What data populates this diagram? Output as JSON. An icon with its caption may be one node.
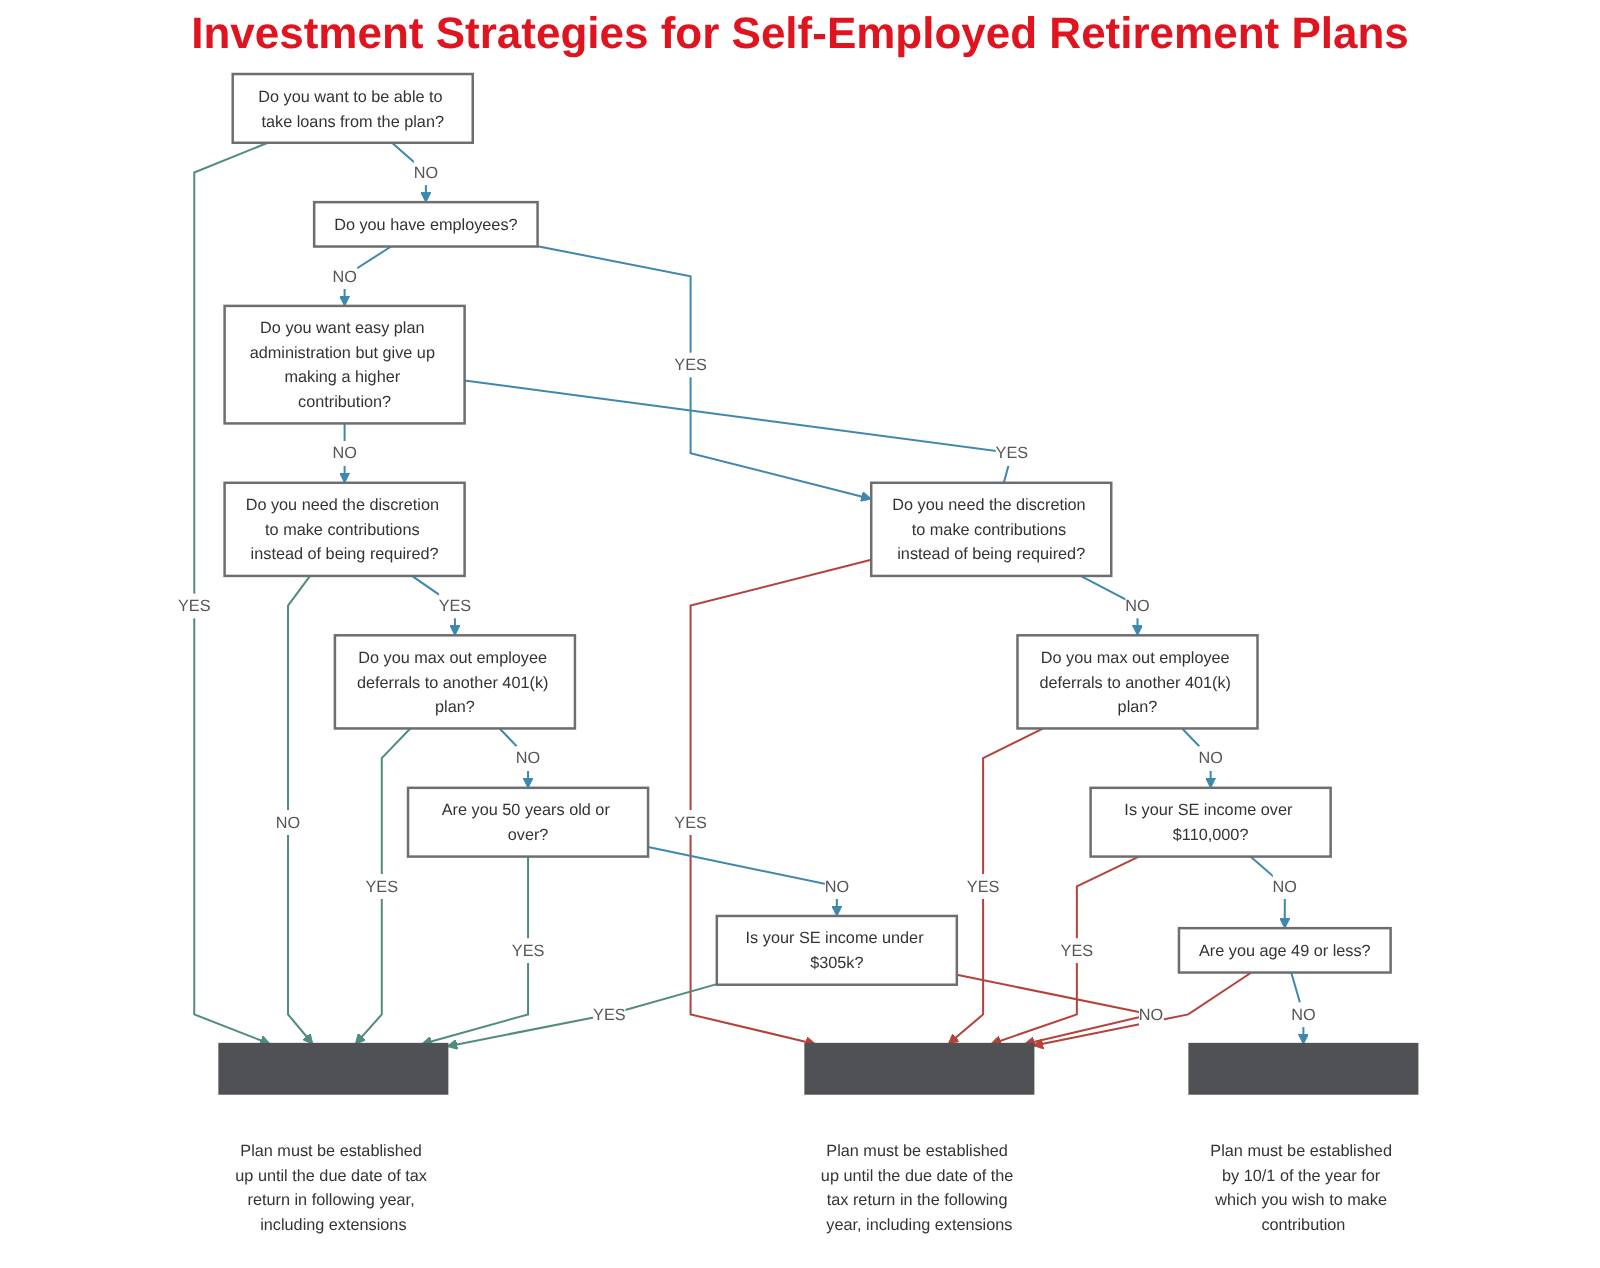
{
  "diagram": {
    "title": "Investment Strategies for Self-Employed Retirement Plans",
    "nodes": [
      {
        "text": [
          "Do you want to be able to take loans from the plan?"
        ]
      },
      {
        "text": [
          "Do you have employees?"
        ]
      },
      {
        "text": [
          "Do you want easy plan administration but give up making a higher contribution?"
        ]
      },
      {
        "text": [
          "Do you need the discretion to make contributions instead of being required?"
        ]
      },
      {
        "text": [
          "Do you need the discretion to make contributions instead of being required?"
        ]
      },
      {
        "text": [
          "Do you max out employee deferrals to another 401(k) plan?"
        ]
      },
      {
        "text": [
          "Do you max out employee deferrals to another 401(k) plan?"
        ]
      },
      {
        "text": [
          "Are you 50 years old or over?"
        ]
      },
      {
        "text": [
          "Is your SE income over $110,000?"
        ]
      },
      {
        "text": [
          "Is your SE income under $305k?"
        ]
      },
      {
        "text": [
          "Are you age 49 or less?"
        ]
      },
      {
        "text": [],
        "shape": "box",
        "beside": [
          "Plan must be established up until the due date of tax return in following year, including extensions"
        ]
      },
      {
        "text": [],
        "shape": "box",
        "beside": [
          "Plan must be established by 10/1 of the year for which you wish to make contribution"
        ]
      },
      {
        "text": [],
        "shape": "box",
        "beside": [
          "Plan must be established up until the due date of the tax return in the following year, including extensions"
        ]
      }
    ],
    "edges": [
      {
        "from": 0,
        "to": 11,
        "arrow": "to",
        "label": "YES",
        "color": "#4f8b7f"
      },
      {
        "from": 0,
        "to": 1,
        "arrow": "to",
        "label": "NO"
      },
      {
        "from": 1,
        "to": 2,
        "arrow": "to",
        "label": "NO"
      },
      {
        "from": 1,
        "to": 3,
        "arrow": "to",
        "label": "YES"
      },
      {
        "from": 2,
        "to": 3,
        "arrow": "none",
        "label": "YES"
      },
      {
        "from": 2,
        "to": 4,
        "arrow": "to",
        "label": "NO"
      },
      {
        "from": 3,
        "to": 13,
        "arrow": "to",
        "label": "YES",
        "color": "#b5423a"
      },
      {
        "from": 3,
        "to": 6,
        "arrow": "to",
        "label": "NO"
      },
      {
        "from": 4,
        "to": 11,
        "arrow": "to",
        "label": "NO",
        "color": "#4f8b7f"
      },
      {
        "from": 4,
        "to": 5,
        "arrow": "to",
        "label": "YES"
      },
      {
        "from": 5,
        "to": 7,
        "arrow": "to",
        "label": "NO"
      },
      {
        "from": 5,
        "to": 11,
        "arrow": "to",
        "label": "YES",
        "color": "#4f8b7f"
      },
      {
        "from": 6,
        "to": 13,
        "arrow": "to",
        "label": "YES",
        "color": "#b5423a"
      },
      {
        "from": 6,
        "to": 8,
        "arrow": "to",
        "label": "NO"
      },
      {
        "from": 7,
        "to": 9,
        "arrow": "to",
        "label": "NO"
      },
      {
        "from": 7,
        "to": 11,
        "arrow": "to",
        "label": "YES",
        "color": "#4f8b7f"
      },
      {
        "from": 8,
        "to": 10,
        "arrow": "to",
        "label": "NO"
      },
      {
        "from": 8,
        "to": 13,
        "arrow": "to",
        "label": "YES",
        "color": "#b5423a"
      },
      {
        "from": 9,
        "to": 11,
        "arrow": "to",
        "label": "YES",
        "color": "#4f8b7f"
      },
      {
        "from": 9,
        "to": 13,
        "arrow": "to",
        "label": "NO",
        "color": "#b5423a"
      },
      {
        "from": 10,
        "to": 12,
        "arrow": "to",
        "label": "NO"
      },
      {
        "from": 10,
        "to": 13,
        "arrow": "to",
        "color": "#b5423a"
      }
    ]
  }
}
